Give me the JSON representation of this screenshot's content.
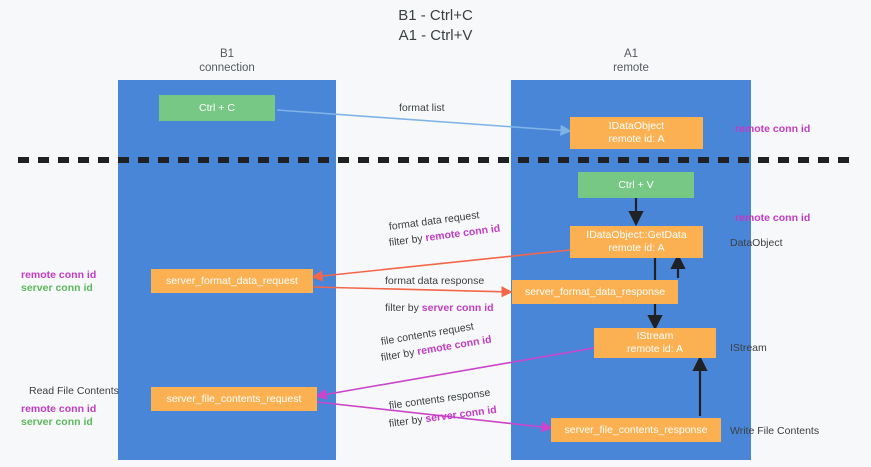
{
  "title": "B1 - Ctrl+C\nA1 - Ctrl+V",
  "columns": [
    {
      "name": "b1",
      "label": "B1\nconnection"
    },
    {
      "name": "a1",
      "label": "A1\nremote"
    }
  ],
  "boxes": [
    {
      "name": "ctrl-c-box",
      "label": "Ctrl + C",
      "color": "#77c785"
    },
    {
      "name": "idataobject-box",
      "label": "IDataObject\nremote id: A",
      "color": "#fbb152"
    },
    {
      "name": "ctrl-v-box",
      "label": "Ctrl + V",
      "color": "#77c785"
    },
    {
      "name": "idataobject-getdata-box",
      "label": "IDataObject::GetData\nremote id: A",
      "color": "#fbb152"
    },
    {
      "name": "server-format-data-request-box",
      "label": "server_format_data_request",
      "color": "#fbb152"
    },
    {
      "name": "server-format-data-response-box",
      "label": "server_format_data_response",
      "color": "#fbb152"
    },
    {
      "name": "istream-box",
      "label": "IStream\nremote id: A",
      "color": "#fbb152"
    },
    {
      "name": "server-file-contents-request-box",
      "label": "server_file_contents_request",
      "color": "#fbb152"
    },
    {
      "name": "server-file-contents-response-box",
      "label": "server_file_contents_response",
      "color": "#fbb152"
    }
  ],
  "flows": {
    "format_list": "format list",
    "format_data_request": "format data request",
    "format_data_request_filter_prefix": "filter by ",
    "format_data_request_filter_key": "remote conn id",
    "format_data_response": "format data response",
    "format_data_response_filter_prefix": "filter by ",
    "format_data_response_filter_key": "server conn id",
    "file_contents_request": "file contents request",
    "file_contents_request_filter_prefix": "filter by ",
    "file_contents_request_filter_key": "remote conn id",
    "file_contents_response": "file contents response",
    "file_contents_response_filter_prefix": "filter by ",
    "file_contents_response_filter_key": "server conn id"
  },
  "annotations": {
    "right_remote_conn_id_1": "remote conn id",
    "right_remote_conn_id_2": "remote conn id",
    "right_dataobject": "DataObject",
    "right_istream": "IStream",
    "right_write_file_contents": "Write File Contents",
    "left_remote_conn_id_1": "remote conn id",
    "left_server_conn_id_1": "server conn id",
    "left_read_file_contents": "Read File Contents",
    "left_remote_conn_id_2": "remote conn id",
    "left_server_conn_id_2": "server conn id"
  },
  "colors": {
    "lane": "#4a86d8",
    "green_box": "#77c785",
    "orange_box": "#fbb152",
    "purple_text": "#c23bc2",
    "green_text": "#5cb85c",
    "arrow_lightblue": "#7fb3e8",
    "arrow_red": "#f4664a",
    "arrow_magenta": "#cc44cc",
    "arrow_black": "#202124",
    "background": "#f7f8f9"
  }
}
